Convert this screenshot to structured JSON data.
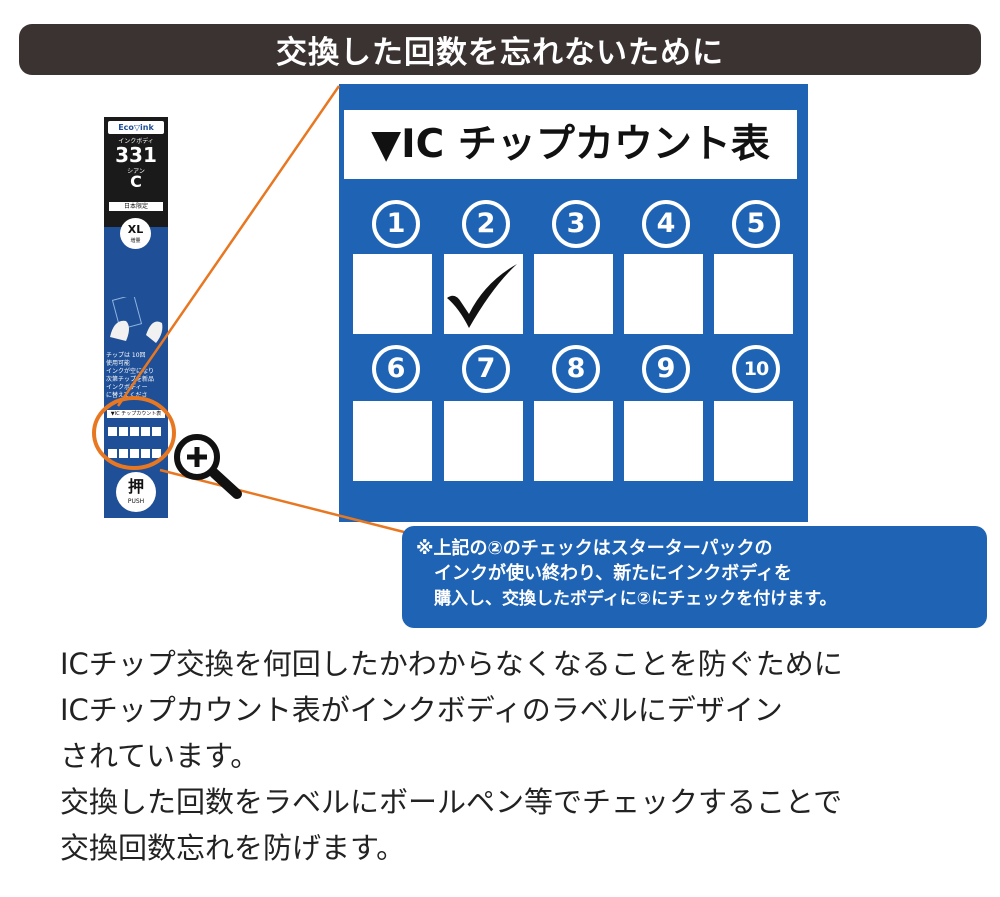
{
  "banner": {
    "title": "交換した回数を忘れないために"
  },
  "product": {
    "logo": "Eco▽ink",
    "subtitle": "インクボディ",
    "model": "331",
    "color_name": "シアン",
    "color_code": "C",
    "tag": "日本限定",
    "size": "XL",
    "size_sub": "増量",
    "notes": [
      "チップは 10回",
      "使用可能",
      "インクが空になり",
      "次第チップを新品",
      "インクボディー",
      "に替えてくださ"
    ],
    "chip_title": "▼IC チップカウント表",
    "push_kanji": "押",
    "push_label": "PUSH"
  },
  "chip_table": {
    "title": "▼IC チップカウント表",
    "numbers": [
      "1",
      "2",
      "3",
      "4",
      "5",
      "6",
      "7",
      "8",
      "9",
      "10"
    ],
    "checked_index": 2,
    "colors": {
      "panel": "#1e63b4",
      "callout": "#e87722",
      "banner": "#3b3331"
    },
    "icons": [
      "magnifier-plus-icon",
      "checkmark-icon"
    ]
  },
  "note": {
    "lines": [
      "※上記の②のチェックはスターターパックの",
      "インクが使い終わり、新たにインクボディを",
      "購入し、交換したボディに②にチェックを付けます。"
    ]
  },
  "description": {
    "lines": [
      "ICチップ交換を何回したかわからなくなることを防ぐために",
      "ICチップカウント表がインクボディのラベルにデザイン",
      "されています。",
      "交換した回数をラベルにボールペン等でチェックすることで",
      "交換回数忘れを防げます。"
    ]
  }
}
